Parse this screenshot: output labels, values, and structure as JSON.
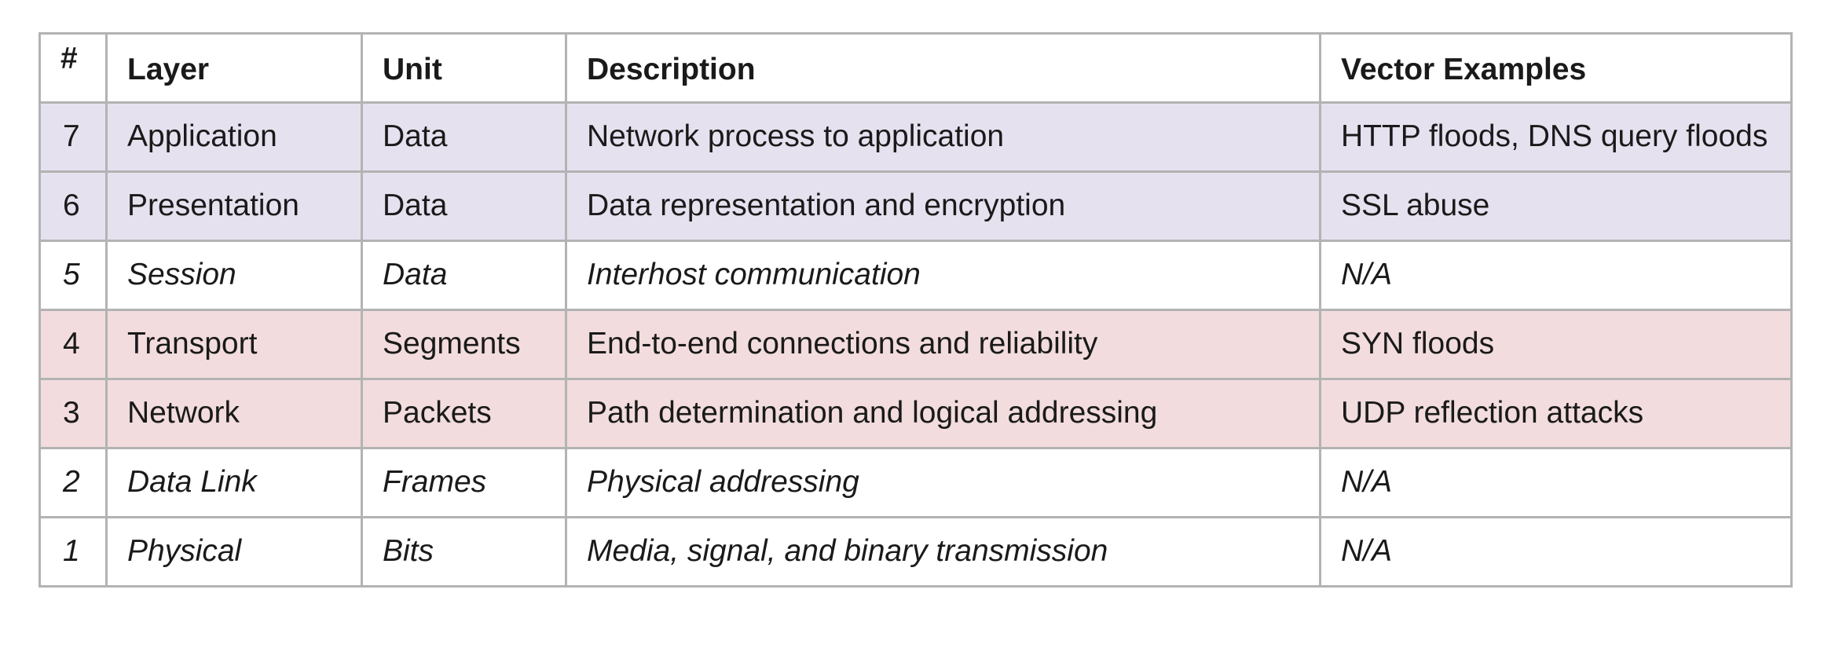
{
  "table": {
    "headers": [
      "#",
      "Layer",
      "Unit",
      "Description",
      "Vector Examples"
    ],
    "rows": [
      {
        "num": "7",
        "layer": "Application",
        "unit": "Data",
        "description": "Network process to application",
        "vectors": "HTTP floods, DNS query floods",
        "tint": "#e6e1ef",
        "italic": false
      },
      {
        "num": "6",
        "layer": "Presentation",
        "unit": "Data",
        "description": "Data representation and encryption",
        "vectors": "SSL abuse",
        "tint": "#e6e1ef",
        "italic": false
      },
      {
        "num": "5",
        "layer": "Session",
        "unit": "Data",
        "description": "Interhost communication",
        "vectors": "N/A",
        "tint": "#ffffff",
        "italic": true
      },
      {
        "num": "4",
        "layer": "Transport",
        "unit": "Segments",
        "description": "End-to-end connections and reliability",
        "vectors": "SYN floods",
        "tint": "#f2dcdd",
        "italic": false
      },
      {
        "num": "3",
        "layer": "Network",
        "unit": "Packets",
        "description": "Path determination and logical addressing",
        "vectors": "UDP reflection attacks",
        "tint": "#f2dcdd",
        "italic": false
      },
      {
        "num": "2",
        "layer": "Data Link",
        "unit": "Frames",
        "description": "Physical addressing",
        "vectors": "N/A",
        "tint": "#ffffff",
        "italic": true
      },
      {
        "num": "1",
        "layer": "Physical",
        "unit": "Bits",
        "description": "Media, signal, and binary transmission",
        "vectors": "N/A",
        "tint": "#ffffff",
        "italic": true
      }
    ]
  }
}
